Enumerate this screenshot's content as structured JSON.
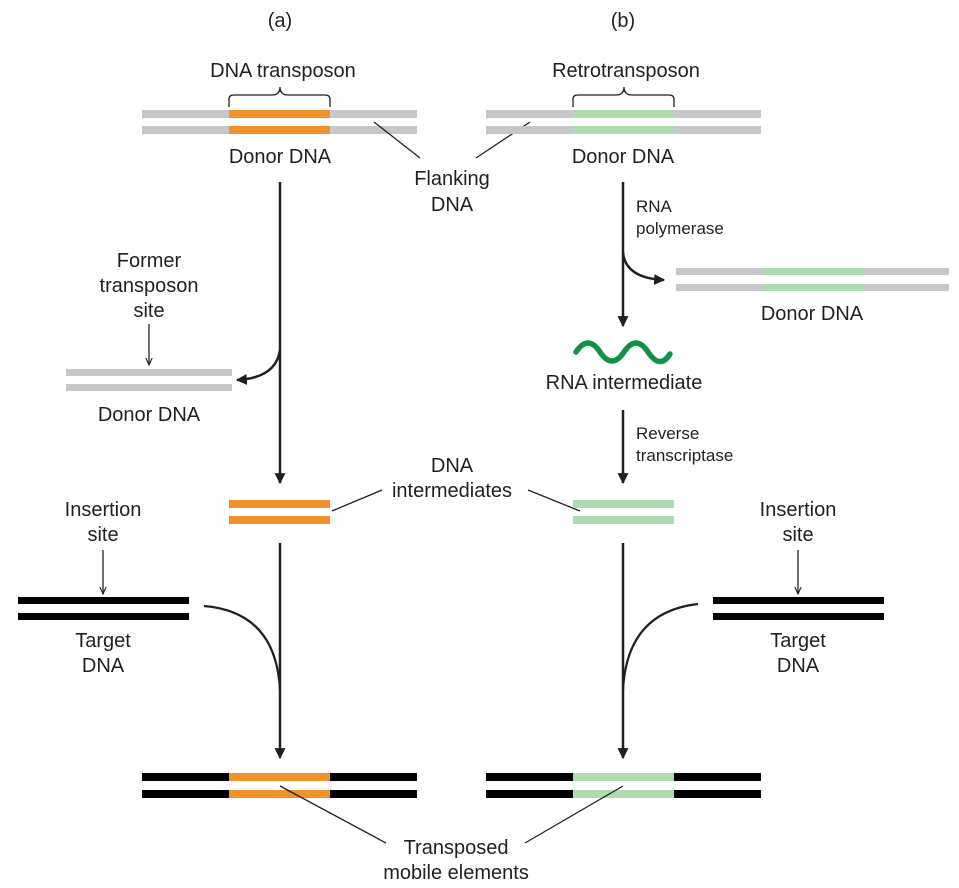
{
  "panel_a": {
    "heading": "(a)",
    "transposon_label": "DNA transposon",
    "donor_top_label": "Donor DNA",
    "former_site_lines": [
      "Former",
      "transposon",
      "site"
    ],
    "donor_left_label": "Donor DNA",
    "insertion_site_lines": [
      "Insertion",
      "site"
    ],
    "target_lines": [
      "Target",
      "DNA"
    ]
  },
  "panel_b": {
    "heading": "(b)",
    "transposon_label": "Retrotransposon",
    "donor_top_label": "Donor DNA",
    "rna_pol_lines": [
      "RNA",
      "polymerase"
    ],
    "donor_right_label": "Donor DNA",
    "rna_intermediate_label": "RNA intermediate",
    "rt_lines": [
      "Reverse",
      "transcriptase"
    ],
    "insertion_site_lines": [
      "Insertion",
      "site"
    ],
    "target_lines": [
      "Target",
      "DNA"
    ]
  },
  "shared": {
    "flanking_lines": [
      "Flanking",
      "DNA"
    ],
    "dna_intermediates_lines": [
      "DNA",
      "intermediates"
    ],
    "transposed_lines": [
      "Transposed",
      "mobile elements"
    ]
  },
  "colors": {
    "flanking_gray": "#c6c7c9",
    "dna_transposon_orange": "#f0922b",
    "retrotransposon_green": "#acdcb0",
    "rna_green": "#129246",
    "target_black": "#000000",
    "line": "#231f20"
  }
}
